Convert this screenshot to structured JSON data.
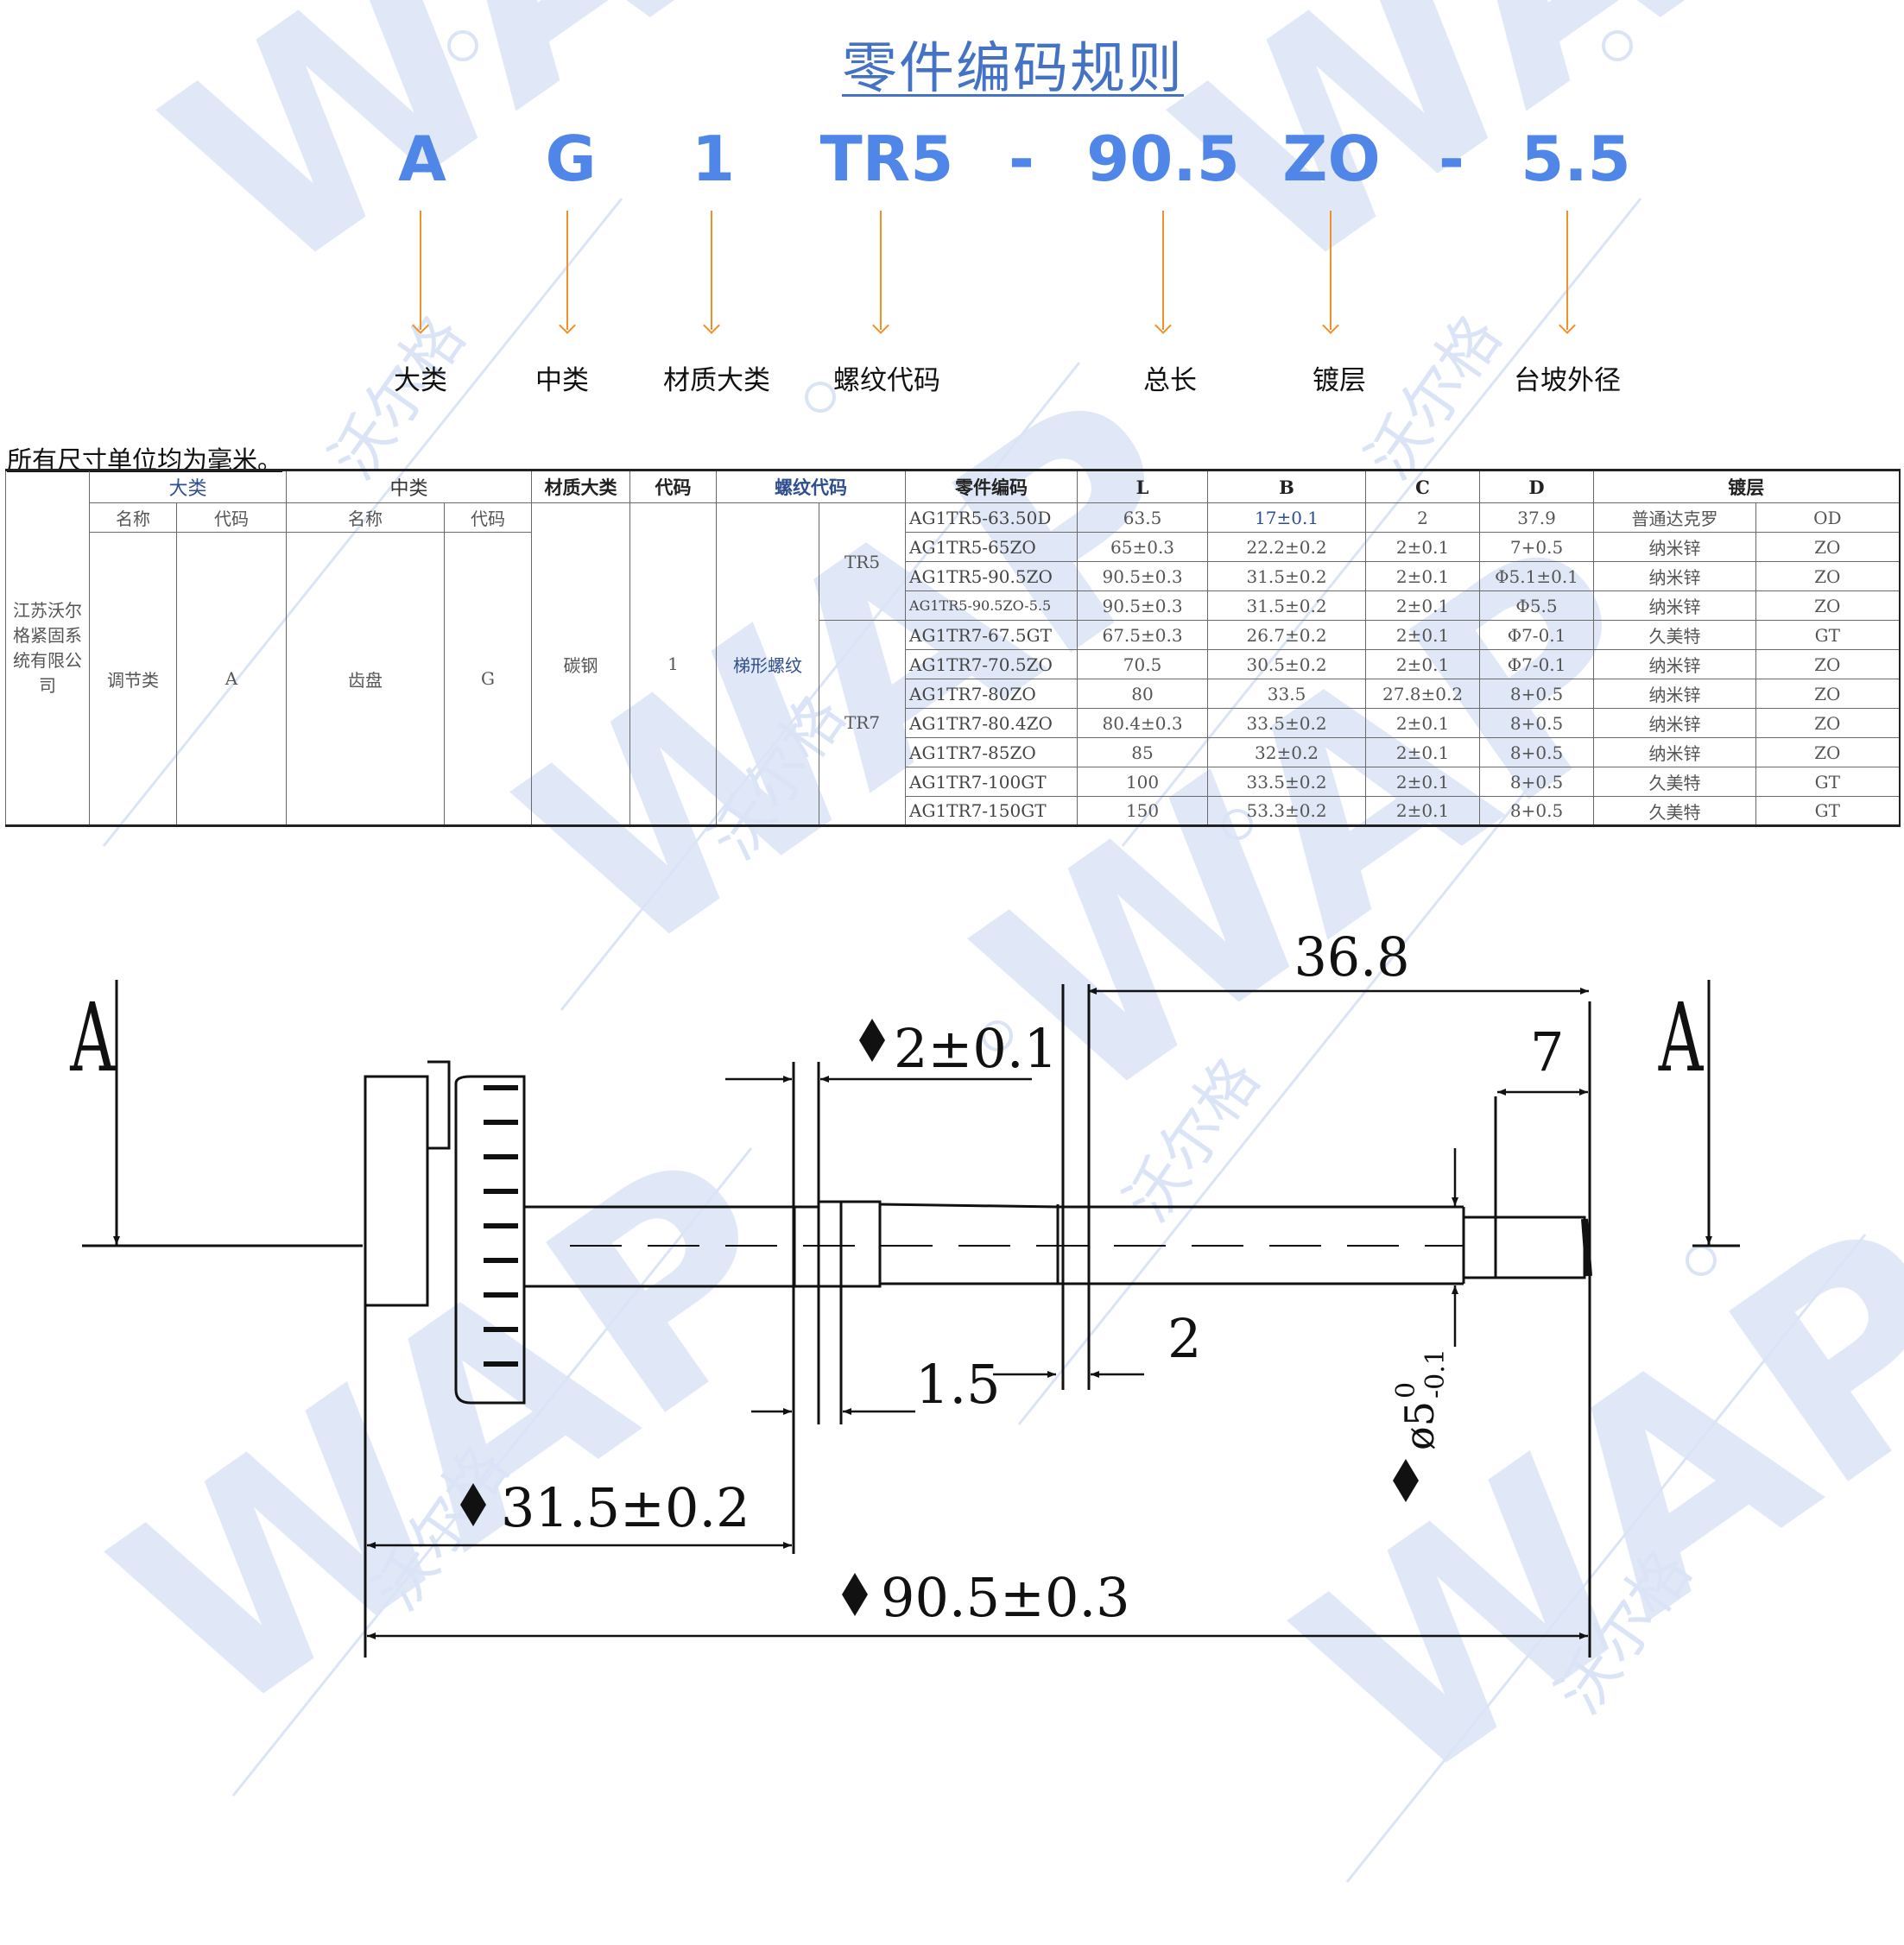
{
  "header": {
    "title": "零件编码规则"
  },
  "code_rule": {
    "segments": [
      {
        "code": "A",
        "label": "大类"
      },
      {
        "code": "G",
        "label": "中类"
      },
      {
        "code": "1",
        "label": "材质大类"
      },
      {
        "code": "TR5",
        "label": "螺纹代码"
      },
      {
        "code": "-",
        "label": ""
      },
      {
        "code": "90.5",
        "label": "总长"
      },
      {
        "code": "ZO",
        "label": "镀层"
      },
      {
        "code": "-",
        "label": ""
      },
      {
        "code": "5.5",
        "label": "台坡外径"
      }
    ],
    "arrow_color": "#f0902a",
    "code_color": "#4f86e8"
  },
  "note": "所有尺寸单位均为毫米。",
  "table": {
    "headers": {
      "daLei": "大类",
      "zhongLei": "中类",
      "material": "材质大类",
      "code": "代码",
      "thread": "螺纹代码",
      "part_code": "零件编码",
      "L": "L",
      "B": "B",
      "C": "C",
      "D": "D",
      "plating": "镀层",
      "name": "名称",
      "code_sub": "代码"
    },
    "company": "江苏沃尔格紧固系统有限公司",
    "daLei_name": "调节类",
    "daLei_code": "A",
    "zhongLei_name": "齿盘",
    "zhongLei_code": "G",
    "material_name": "碳钢",
    "material_code": "1",
    "thread_type": "梯形螺纹",
    "thread_groups": [
      "TR5",
      "TR7"
    ],
    "rows": [
      {
        "part": "AG1TR5-63.50D",
        "L": "63.5",
        "B": "17±0.1",
        "C": "2",
        "D": "37.9",
        "plating": "普通达克罗",
        "plating_code": "OD"
      },
      {
        "part": "AG1TR5-65ZO",
        "L": "65±0.3",
        "B": "22.2±0.2",
        "C": "2±0.1",
        "D": "7+0.5",
        "plating": "纳米锌",
        "plating_code": "ZO"
      },
      {
        "part": "AG1TR5-90.5ZO",
        "L": "90.5±0.3",
        "B": "31.5±0.2",
        "C": "2±0.1",
        "D": "Φ5.1±0.1",
        "plating": "纳米锌",
        "plating_code": "ZO"
      },
      {
        "part": "AG1TR5-90.5ZO-5.5",
        "L": "90.5±0.3",
        "B": "31.5±0.2",
        "C": "2±0.1",
        "D": "Φ5.5",
        "plating": "纳米锌",
        "plating_code": "ZO"
      },
      {
        "part": "AG1TR7-67.5GT",
        "L": "67.5±0.3",
        "B": "26.7±0.2",
        "C": "2±0.1",
        "D": "Φ7-0.1",
        "plating": "久美特",
        "plating_code": "GT"
      },
      {
        "part": "AG1TR7-70.5ZO",
        "L": "70.5",
        "B": "30.5±0.2",
        "C": "2±0.1",
        "D": "Φ7-0.1",
        "plating": "纳米锌",
        "plating_code": "ZO"
      },
      {
        "part": "AG1TR7-80ZO",
        "L": "80",
        "B": "33.5",
        "C": "27.8±0.2",
        "D": "8+0.5",
        "plating": "纳米锌",
        "plating_code": "ZO"
      },
      {
        "part": "AG1TR7-80.4ZO",
        "L": "80.4±0.3",
        "B": "33.5±0.2",
        "C": "2±0.1",
        "D": "8+0.5",
        "plating": "纳米锌",
        "plating_code": "ZO"
      },
      {
        "part": "AG1TR7-85ZO",
        "L": "85",
        "B": "32±0.2",
        "C": "2±0.1",
        "D": "8+0.5",
        "plating": "纳米锌",
        "plating_code": "ZO"
      },
      {
        "part": "AG1TR7-100GT",
        "L": "100",
        "B": "33.5±0.2",
        "C": "2±0.1",
        "D": "8+0.5",
        "plating": "久美特",
        "plating_code": "GT"
      },
      {
        "part": "AG1TR7-150GT",
        "L": "150",
        "B": "53.3±0.2",
        "C": "2±0.1",
        "D": "8+0.5",
        "plating": "久美特",
        "plating_code": "GT"
      }
    ]
  },
  "drawing": {
    "section_mark": "A",
    "dims": {
      "overall": "90.5±0.3",
      "gear_to_collar": "31.5±0.2",
      "collar_width": "2±0.1",
      "groove": "1.5",
      "shoulder": "2",
      "thread_length": "36.8",
      "pilot_length": "7",
      "pilot_dia_base": "ø5",
      "pilot_dia_upper": "0",
      "pilot_dia_lower": "-0.1"
    }
  },
  "watermark": {
    "brand": "WAP",
    "cn": "沃尔格",
    "reg": "®",
    "color": "#c7d5f0"
  }
}
